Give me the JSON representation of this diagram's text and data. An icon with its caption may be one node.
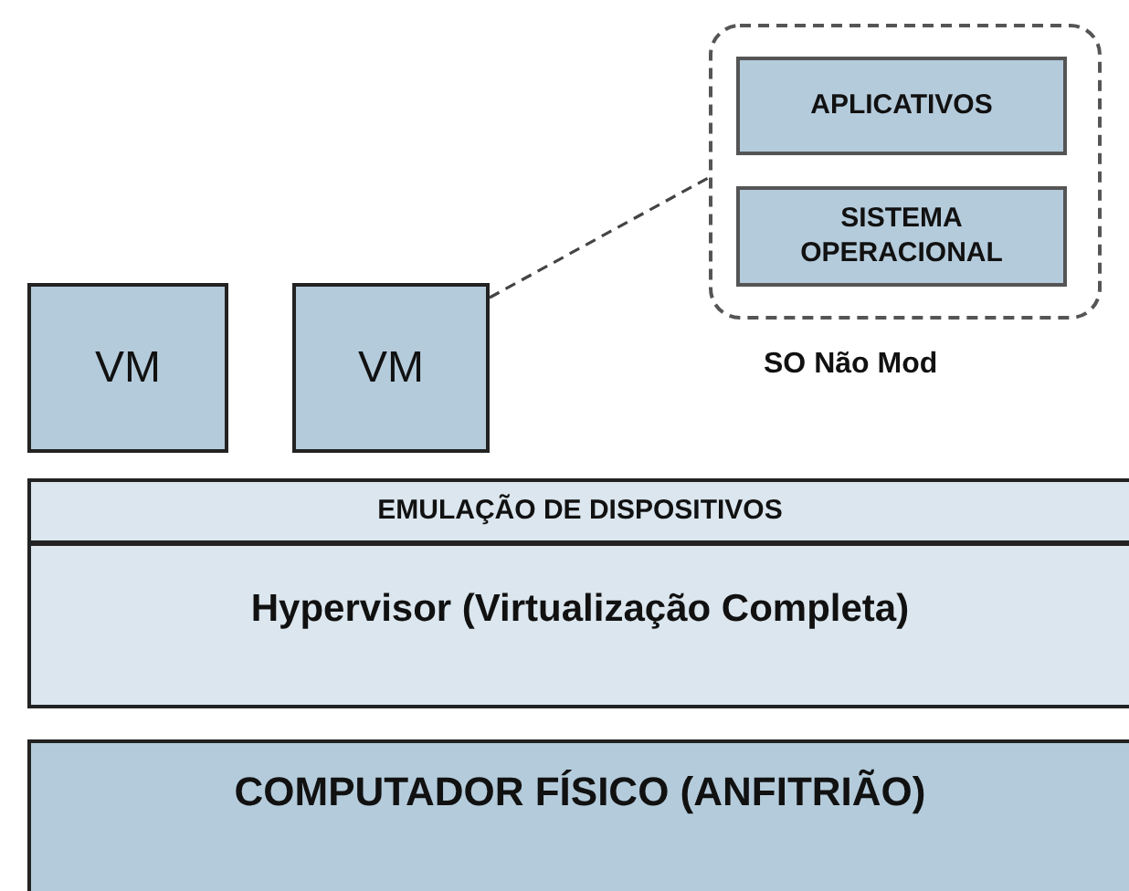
{
  "diagram": {
    "nodes": [
      {
        "text": [],
        "shape": "box",
        "beside": [
          "SO Não Mod"
        ]
      },
      {
        "text": [
          "APLICATIVOS"
        ],
        "in": 0
      },
      {
        "text": [
          "SISTEMA OPERACIONAL"
        ],
        "in": 0
      },
      {
        "text": [
          "VM"
        ]
      },
      {
        "text": [
          "VM"
        ]
      },
      {
        "text": [
          "EMULAÇÃO DE DISPOSITIVOS"
        ]
      },
      {
        "text": [
          "Hypervisor (Virtualização Completa)"
        ]
      },
      {
        "text": [
          "COMPUTADOR FÍSICO (ANFITRIÃO)"
        ]
      }
    ],
    "edges": [
      {
        "from": 4,
        "to": 0,
        "arrow": "none",
        "style": "dashed"
      }
    ]
  }
}
